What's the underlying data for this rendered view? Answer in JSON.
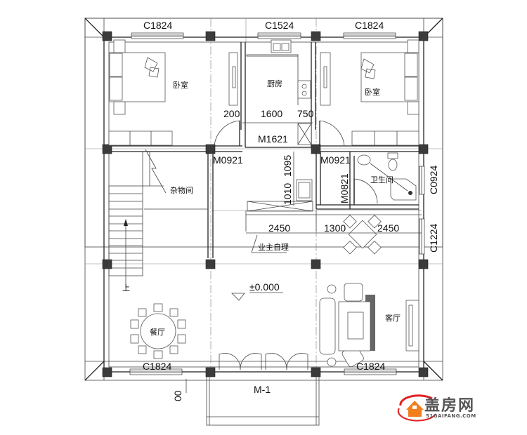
{
  "plan": {
    "rooms": {
      "bedroom_left": "卧室",
      "kitchen": "厨房",
      "bedroom_right": "卧室",
      "storage": "杂物间",
      "bathroom": "卫生间",
      "dining": "餐厅",
      "living": "客厅",
      "owner_note": "业主自理",
      "stair_up": "上"
    },
    "windows": {
      "top_left": "C1824",
      "top_mid": "C1524",
      "top_right": "C1824",
      "bottom_left": "C1824",
      "bottom_right": "C1824",
      "right_bath": "C0924",
      "right_dining": "C1224"
    },
    "doors": {
      "kitchen": "M1621",
      "left_bedroom": "M0921",
      "right_bedroom": "M0921",
      "bathroom": "M0821",
      "main_entry": "M-1"
    },
    "dimensions": {
      "d200": "200",
      "d1600": "1600",
      "d750": "750",
      "d1095": "1095",
      "d1010": "1010",
      "d2450_left": "2450",
      "d1300": "1300",
      "d2450_right": "2450",
      "d_bottom_partial": "00"
    },
    "elevation": "±0.000"
  },
  "watermark": {
    "brand": "盖房网",
    "url": "51GAIFANG.COM",
    "accent_orange": "#f07f1c",
    "accent_red": "#e02020"
  }
}
